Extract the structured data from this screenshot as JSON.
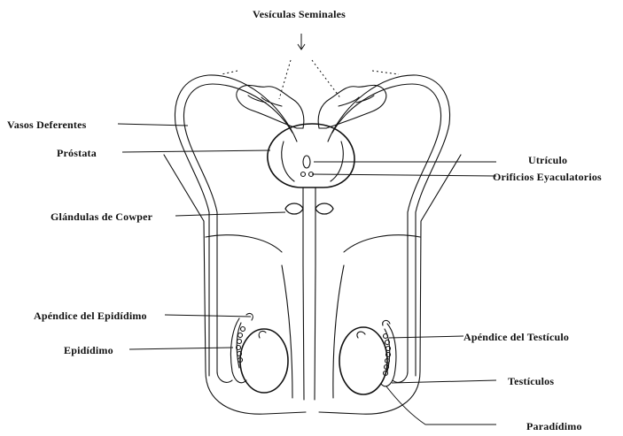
{
  "labels": {
    "vesiculas_seminales": "Vesículas Seminales",
    "vasos_deferentes": "Vasos Deferentes",
    "prostata": "Próstata",
    "utriculo": "Utrículo",
    "orificios_eyaculatorios": "Orificios Eyaculatorios",
    "glandulas_cowper": "Glándulas de Cowper",
    "apendice_epididimo": "Apéndice del Epidídimo",
    "epididimo": "Epidídimo",
    "apendice_testiculo": "Apéndice del Testículo",
    "testiculos": "Testículos",
    "paradidimo": "Paradídimo"
  },
  "colors": {
    "ink": "#111111",
    "background": "#ffffff"
  }
}
